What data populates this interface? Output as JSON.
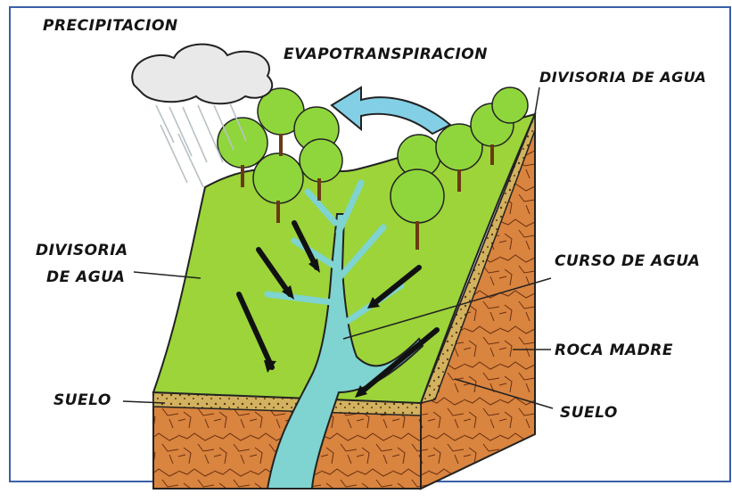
{
  "labels": {
    "precipitation": "PRECIPITACION",
    "evapotranspiration": "EVAPOTRANSPIRACION",
    "divide_right": "DIVISORIA DE AGUA",
    "divide_left_line1": "DIVISORIA",
    "divide_left_line2": "DE AGUA",
    "watercourse": "CURSO DE AGUA",
    "bedrock": "ROCA MADRE",
    "soil_left": "SUELO",
    "soil_right": "SUELO"
  },
  "colors": {
    "grass": "#9cd43a",
    "grass_dark": "#6fa81e",
    "water": "#7fd3d0",
    "rock": "#d9843f",
    "soil": "#c9a85a",
    "frame_border": "#3b5fa8",
    "cloud": "#e9e9e9",
    "tree": "#8fd63c"
  }
}
